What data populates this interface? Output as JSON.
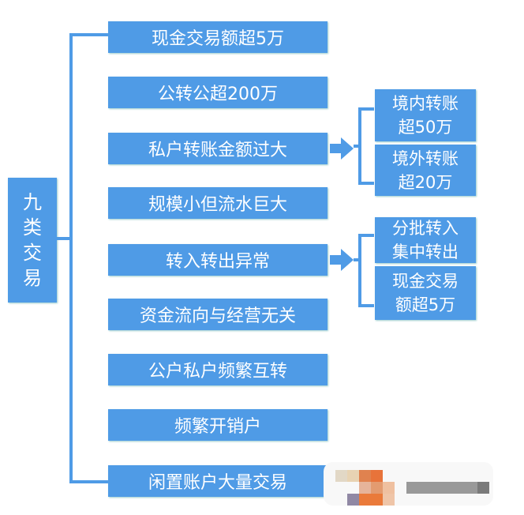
{
  "root": {
    "label_lines": [
      "九",
      "类",
      "交",
      "易"
    ]
  },
  "items": [
    {
      "label": "现金交易额超5万"
    },
    {
      "label": "公转公超200万"
    },
    {
      "label": "私户转账金额过大"
    },
    {
      "label": "规模小但流水巨大"
    },
    {
      "label": "转入转出异常"
    },
    {
      "label": "资金流向与经营无关"
    },
    {
      "label": "公户私户频繁互转"
    },
    {
      "label": "频繁开销户"
    },
    {
      "label": "闲置账户大量交易"
    }
  ],
  "sub_private": [
    {
      "l1": "境内转账",
      "l2": "超50万"
    },
    {
      "l1": "境外转账",
      "l2": "超20万"
    }
  ],
  "sub_inout": [
    {
      "l1": "分批转入",
      "l2": "集中转出"
    },
    {
      "l1": "现金交易",
      "l2": "额超5万"
    }
  ],
  "colors": {
    "box": "#4f9be6"
  }
}
